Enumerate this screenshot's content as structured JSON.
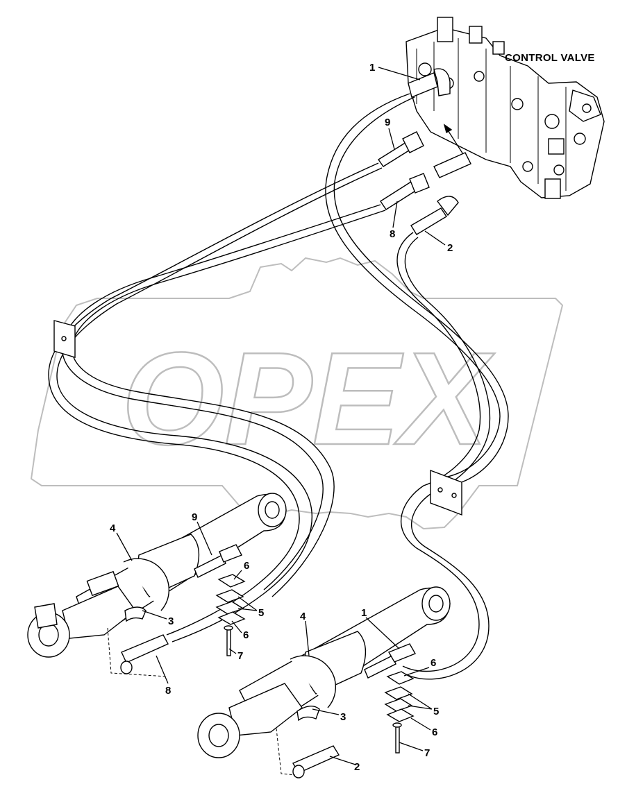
{
  "title": "CONTROL VALVE",
  "watermark": "OPEX",
  "corner_note": "",
  "callouts": [
    {
      "id": "c1a",
      "label": "1"
    },
    {
      "id": "c9a",
      "label": "9"
    },
    {
      "id": "c8a",
      "label": "8"
    },
    {
      "id": "c2a",
      "label": "2"
    },
    {
      "id": "c4a",
      "label": "4"
    },
    {
      "id": "c9b",
      "label": "9"
    },
    {
      "id": "c6a",
      "label": "6"
    },
    {
      "id": "c5a",
      "label": "5"
    },
    {
      "id": "c6b",
      "label": "6"
    },
    {
      "id": "c7a",
      "label": "7"
    },
    {
      "id": "c3a",
      "label": "3"
    },
    {
      "id": "c8b",
      "label": "8"
    },
    {
      "id": "c4b",
      "label": "4"
    },
    {
      "id": "c1b",
      "label": "1"
    },
    {
      "id": "c6c",
      "label": "6"
    },
    {
      "id": "c5b",
      "label": "5"
    },
    {
      "id": "c6d",
      "label": "6"
    },
    {
      "id": "c7b",
      "label": "7"
    },
    {
      "id": "c3b",
      "label": "3"
    },
    {
      "id": "c2b",
      "label": "2"
    }
  ]
}
